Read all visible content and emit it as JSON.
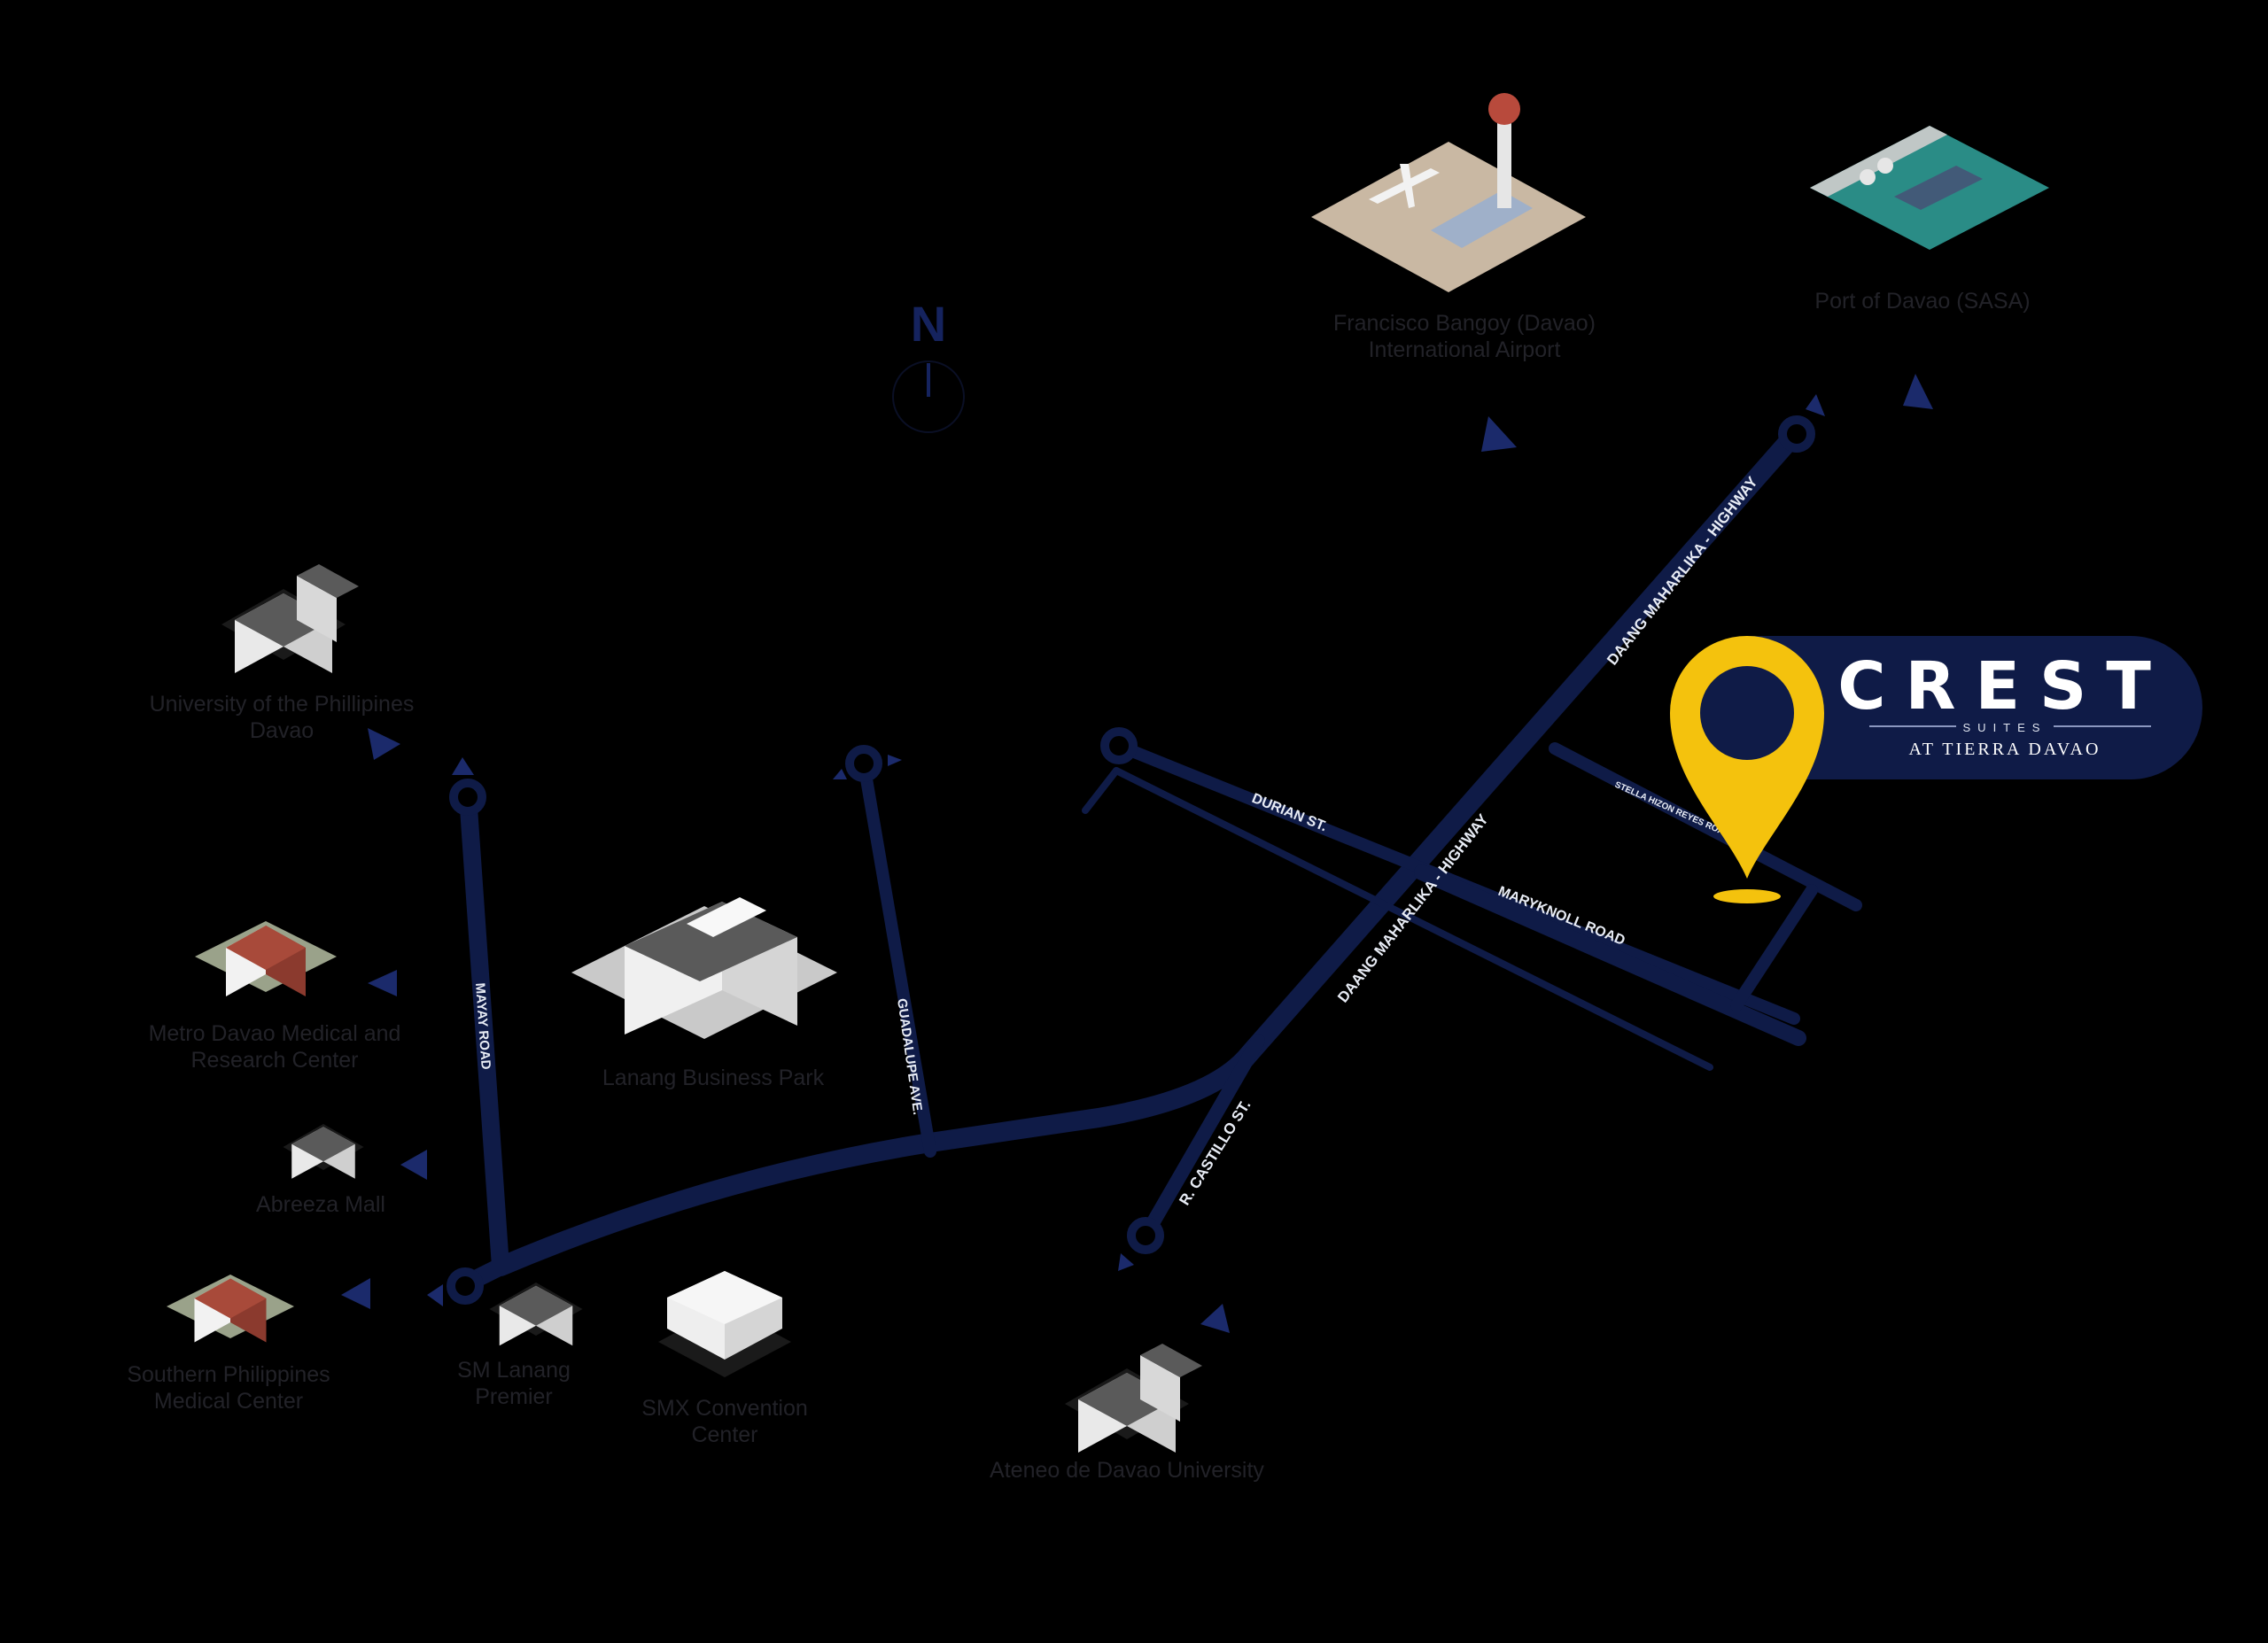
{
  "map": {
    "compass": {
      "label": "N"
    },
    "roads": {
      "daang_maharlika_north": "DAANG MAHARLIKA - HIGHWAY",
      "daang_maharlika_south": "DAANG MAHARLIKA - HIGHWAY",
      "durian": "DURIAN ST.",
      "maryknoll": "MARYKNOLL ROAD",
      "stella_hizon": "STELLA HIZON REYES ROAD",
      "r_castillo": "R. CASTILLO ST.",
      "guadalupe": "GUADALUPE AVE.",
      "mayay": "MAYAY ROAD"
    },
    "landmarks": {
      "airport": [
        "Francisco Bangoy (Davao)",
        "International Airport"
      ],
      "port": [
        "Port of Davao (SASA)"
      ],
      "up_davao": [
        "University of the Phillipines",
        "Davao"
      ],
      "metro_davao": [
        "Metro Davao Medical and",
        "Research Center"
      ],
      "abreeza": [
        "Abreeza Mall"
      ],
      "southern_ph": [
        "Southern Philippines",
        "Medical Center"
      ],
      "sm_lanang": [
        "SM Lanang",
        "Premier"
      ],
      "smx": [
        "SMX Convention",
        "Center"
      ],
      "lanang_bp": [
        "Lanang Business Park"
      ],
      "ateneo": [
        "Ateneo de Davao University"
      ]
    },
    "destination": {
      "name": "CREST",
      "subtitle": "SUITES",
      "tagline": "AT TIERRA DAVAO",
      "pin_color": "#f4c20d",
      "panel_color": "#0f1b47"
    }
  },
  "colors": {
    "background": "#000000",
    "road": "#0f1b47",
    "road_text": "#e8ecf5",
    "landmark_text": "#222228",
    "pin": "#f4c20d"
  },
  "icons": [
    "compass-icon",
    "location-pin-icon",
    "direction-arrow-icon",
    "building-icon",
    "airport-icon",
    "port-icon",
    "hospital-icon",
    "mall-icon",
    "university-icon"
  ]
}
